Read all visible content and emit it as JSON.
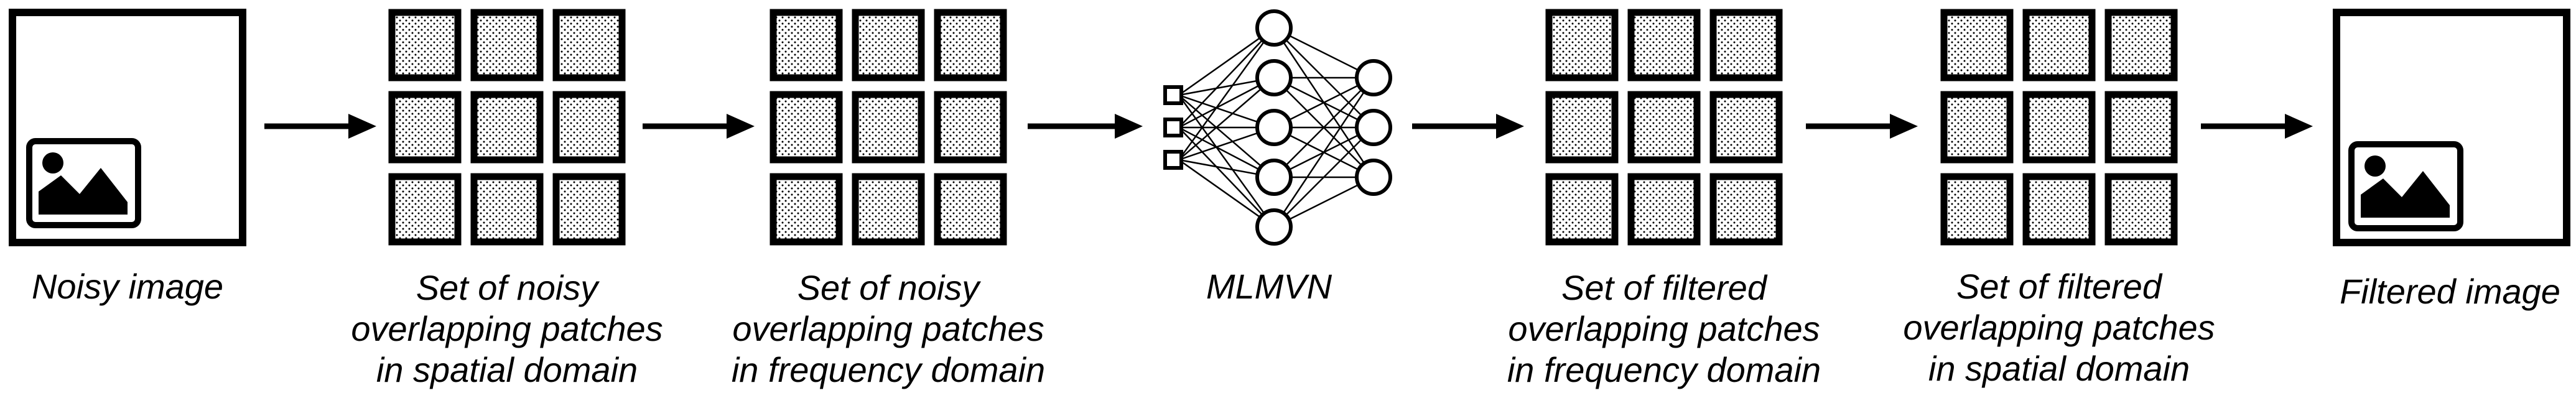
{
  "stages": [
    {
      "id": "noisy-image",
      "kind": "image",
      "lines": [
        "Noisy image"
      ]
    },
    {
      "id": "noisy-spatial-patches",
      "kind": "patch-grid",
      "lines": [
        "Set of noisy",
        "overlapping patches",
        "in spatial domain"
      ]
    },
    {
      "id": "noisy-frequency-patches",
      "kind": "patch-grid",
      "lines": [
        "Set of noisy",
        "overlapping patches",
        "in frequency domain"
      ]
    },
    {
      "id": "mlmvn",
      "kind": "neural-network",
      "lines": [
        "MLMVN"
      ]
    },
    {
      "id": "filtered-frequency-patches",
      "kind": "patch-grid",
      "lines": [
        "Set of filtered",
        "overlapping patches",
        "in frequency domain"
      ]
    },
    {
      "id": "filtered-spatial-patches",
      "kind": "patch-grid",
      "lines": [
        "Set of filtered",
        "overlapping patches",
        "in spatial domain"
      ]
    },
    {
      "id": "filtered-image",
      "kind": "image",
      "lines": [
        "Filtered image"
      ]
    }
  ],
  "flow": "left-to-right",
  "icons": [
    "image-icon",
    "patch-grid-icon",
    "neural-network-icon",
    "arrow-right-icon"
  ],
  "colors": {
    "stroke": "#000000",
    "background": "#ffffff",
    "patch_dots": "#000000"
  }
}
